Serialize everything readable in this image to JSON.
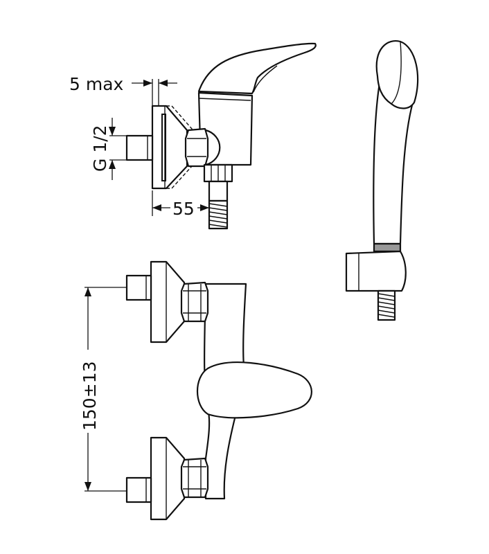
{
  "title": "Single-lever shower mixer dimension drawing",
  "dimensions": {
    "wall_gap": "5 max",
    "thread": "G 1/2",
    "depth": "55",
    "centre_distance": "150±13"
  }
}
